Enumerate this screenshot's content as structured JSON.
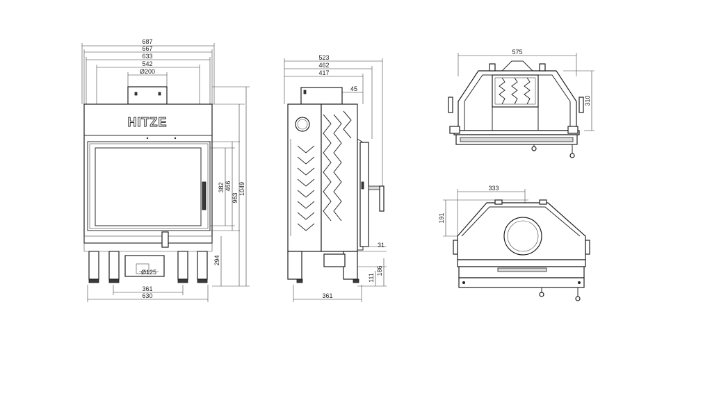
{
  "brand": {
    "logo_text": "HITZE"
  },
  "front_view": {
    "widths": [
      "687",
      "667",
      "633",
      "542"
    ],
    "flue_diameter": "Ø200",
    "heights": [
      "382",
      "466",
      "963",
      "1049"
    ],
    "leg_height": "294",
    "air_inlet_diameter": "Ø125",
    "bottom_widths": [
      "361",
      "630"
    ]
  },
  "side_view": {
    "depths": [
      "523",
      "462",
      "417"
    ],
    "top_offset": "45",
    "door_offset": "31",
    "bottom_heights": [
      "186",
      "111"
    ],
    "base_depth": "361"
  },
  "top_view": {
    "width": "575",
    "height": "310"
  },
  "bottom_view": {
    "width": "333",
    "height": "191"
  }
}
